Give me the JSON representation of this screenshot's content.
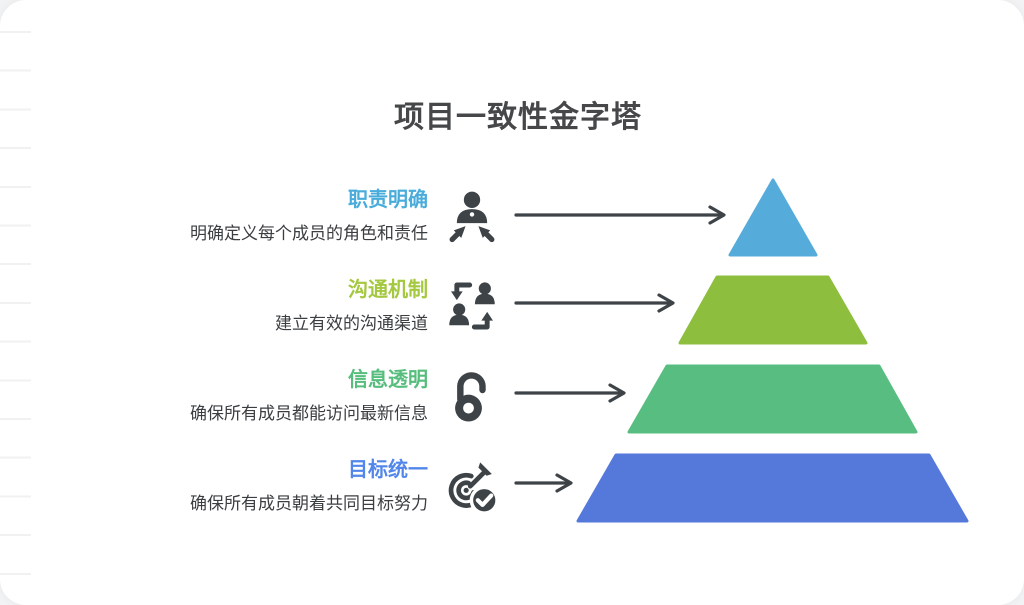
{
  "title": "项目一致性金字塔",
  "colors": {
    "ink": "#3E4347",
    "title": "#454749",
    "description": "#3B3E41",
    "ruling_line": "#F1F1F2",
    "card_bg": "#FFFFFF"
  },
  "levels": [
    {
      "rank": 1,
      "label": "职责明确",
      "description": "明确定义每个成员的角色和责任",
      "label_color": "#4AACDB",
      "pyramid_color": "#55ABDA",
      "icon": "person-with-arrows-icon"
    },
    {
      "rank": 2,
      "label": "沟通机制",
      "description": "建立有效的沟通渠道",
      "label_color": "#A4C83F",
      "pyramid_color": "#8DBE3E",
      "icon": "people-exchange-icon"
    },
    {
      "rank": 3,
      "label": "信息透明",
      "description": "确保所有成员都能访问最新信息",
      "label_color": "#56BD7D",
      "pyramid_color": "#58BD80",
      "icon": "open-lock-icon"
    },
    {
      "rank": 4,
      "label": "目标统一",
      "description": "确保所有成员朝着共同目标努力",
      "label_color": "#5286EA",
      "pyramid_color": "#5578DB",
      "icon": "target-check-icon"
    }
  ]
}
